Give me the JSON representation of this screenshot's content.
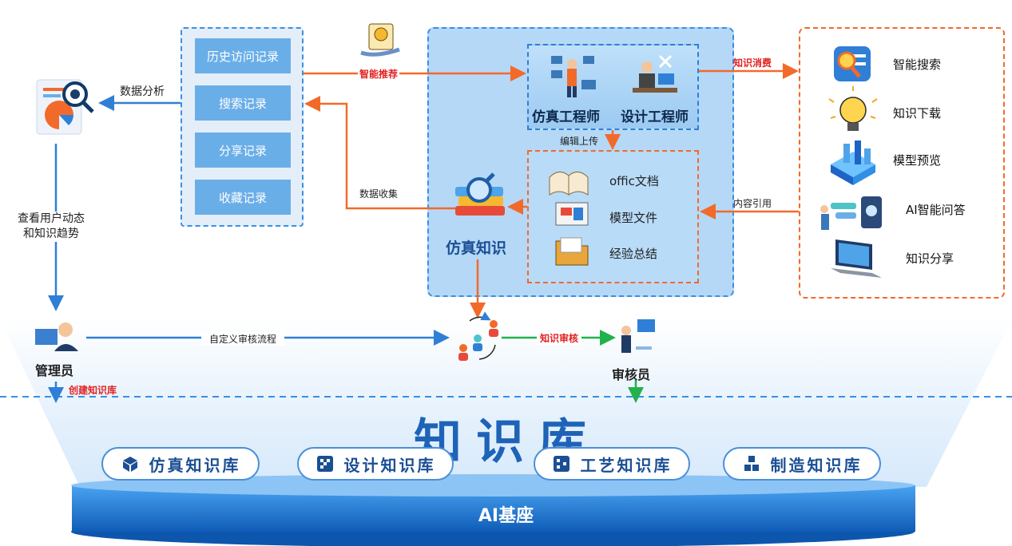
{
  "history_records": {
    "items": [
      "历史访问记录",
      "搜索记录",
      "分享记录",
      "收藏记录"
    ]
  },
  "flow_labels": {
    "smart_recommend": "智能推荐",
    "knowledge_consume": "知识消费",
    "data_analysis": "数据分析",
    "data_collect": "数据收集",
    "edit_upload": "编辑上传",
    "content_cite": "内容引用",
    "view_user_trends": "查看用户动态\n和知识趋势",
    "custom_review_flow": "自定义审核流程",
    "knowledge_review": "知识审核",
    "create_kb": "创建知识库"
  },
  "engineers": {
    "sim_engineer": "仿真工程师",
    "design_engineer": "设计工程师"
  },
  "documents": {
    "items": [
      "offic文档",
      "模型文件",
      "经验总结"
    ]
  },
  "sim_knowledge": "仿真知识",
  "services": {
    "items": [
      "智能搜索",
      "知识下载",
      "模型预览",
      "AI智能问答",
      "知识分享"
    ]
  },
  "roles": {
    "admin": "管理员",
    "reviewer": "审核员"
  },
  "knowledge_base": {
    "title": "知识库",
    "libraries": [
      "仿真知识库",
      "设计知识库",
      "工艺知识库",
      "制造知识库"
    ],
    "base": "AI基座"
  },
  "colors": {
    "blue": "#2f7fd6",
    "orange": "#f26a2a",
    "green": "#22b14c",
    "red": "#e32020",
    "base_blue": "#1565c0"
  }
}
